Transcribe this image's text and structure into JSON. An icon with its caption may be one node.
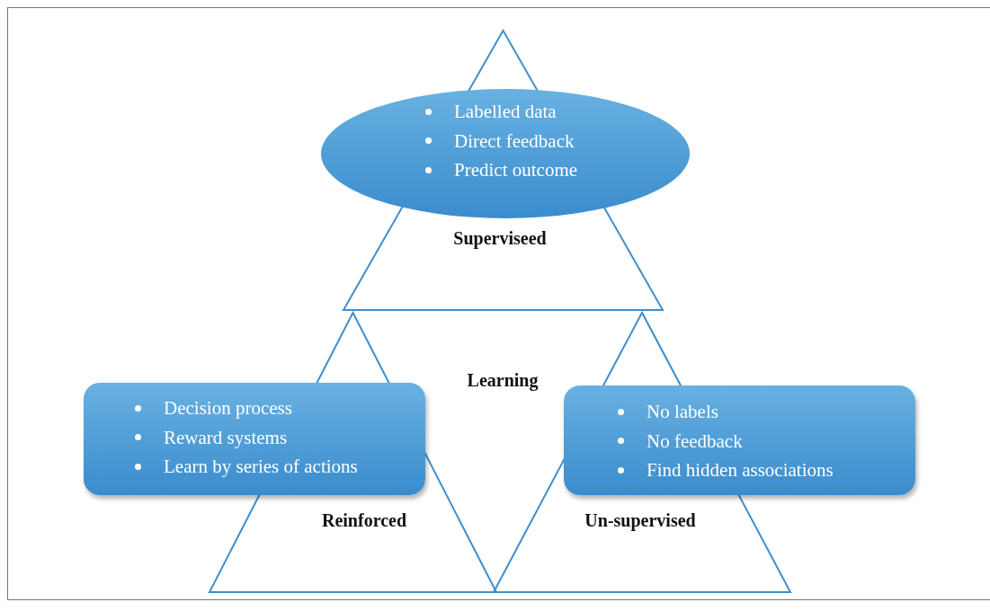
{
  "diagram": {
    "nodes": [
      {
        "text": [
          "Superviseed"
        ]
      },
      {
        "text": [
          "Labelled data",
          "Direct feedback",
          "Predict outcome"
        ]
      },
      {
        "text": [
          "Reinforced"
        ]
      },
      {
        "text": [
          "Decision process",
          "Reward systems",
          "Learn by series of actions"
        ]
      },
      {
        "text": [
          "Un-supervised"
        ]
      },
      {
        "text": [
          "No labels",
          "No feedback",
          "Find hidden associations"
        ]
      }
    ],
    "labels": [
      "Learning"
    ]
  }
}
